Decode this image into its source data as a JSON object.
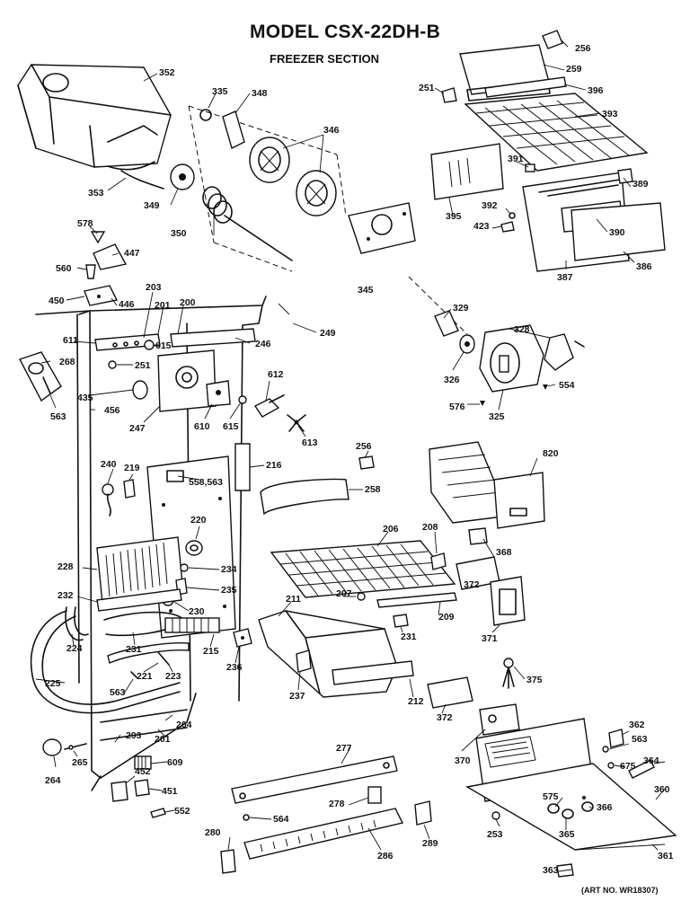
{
  "title": "MODEL CSX-22DH-B",
  "subtitle": "FREEZER SECTION",
  "art_number": "(ART NO. WR18307)",
  "part_labels": [
    "352",
    "335",
    "348",
    "346",
    "349",
    "353",
    "350",
    "256",
    "259",
    "251",
    "396",
    "393",
    "391",
    "395",
    "392",
    "423",
    "389",
    "390",
    "386",
    "387",
    "578",
    "447",
    "560",
    "450",
    "446",
    "203",
    "201",
    "200",
    "249",
    "611",
    "615",
    "246",
    "268",
    "251",
    "435",
    "456",
    "247",
    "610",
    "615",
    "612",
    "613",
    "563",
    "345",
    "329",
    "328",
    "326",
    "325",
    "576",
    "554",
    "240",
    "219",
    "216",
    "558,563",
    "256",
    "258",
    "820",
    "220",
    "228",
    "234",
    "232",
    "235",
    "230",
    "224",
    "231",
    "221",
    "223",
    "215",
    "236",
    "225",
    "563",
    "206",
    "208",
    "368",
    "207",
    "209",
    "372",
    "211",
    "231",
    "371",
    "237",
    "212",
    "375",
    "204",
    "201",
    "293",
    "265",
    "264",
    "609",
    "452",
    "451",
    "552",
    "277",
    "278",
    "564",
    "280",
    "286",
    "289",
    "372",
    "370",
    "362",
    "563",
    "675",
    "364",
    "360",
    "575",
    "366",
    "365",
    "253",
    "361",
    "363"
  ],
  "colors": {
    "ink": "#111111",
    "paper": "#ffffff"
  }
}
